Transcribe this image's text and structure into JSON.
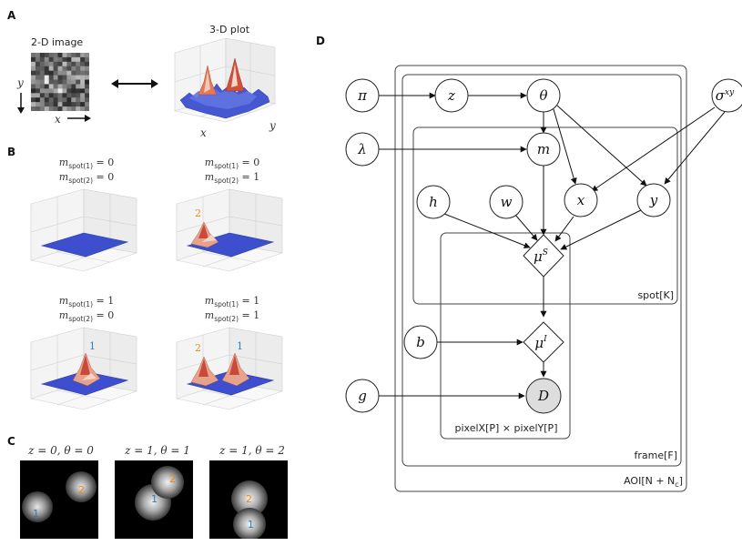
{
  "panels": {
    "a": "A",
    "b": "B",
    "c": "C",
    "d": "D"
  },
  "panel_a": {
    "image_title": "2-D image",
    "plot_title": "3-D plot",
    "axis_x": "x",
    "axis_y": "y"
  },
  "panel_b": {
    "plots": [
      {
        "m1": "0",
        "m2": "0",
        "peak_labels": []
      },
      {
        "m1": "0",
        "m2": "1",
        "peak_labels": [
          "2"
        ]
      },
      {
        "m1": "1",
        "m2": "0",
        "peak_labels": [
          "1"
        ]
      },
      {
        "m1": "1",
        "m2": "1",
        "peak_labels": [
          "2",
          "1"
        ]
      }
    ],
    "m_symbol": "m",
    "sub_spot1": "spot(1)",
    "sub_spot2": "spot(2)"
  },
  "panel_c": {
    "tiles": [
      {
        "title": "z = 0, θ = 0",
        "spots": [
          "1",
          "2"
        ]
      },
      {
        "title": "z = 1, θ = 1",
        "spots": [
          "1",
          "2"
        ]
      },
      {
        "title": "z = 1, θ = 2",
        "spots": [
          "2",
          "1"
        ]
      }
    ]
  },
  "panel_d": {
    "nodes": {
      "pi": "π",
      "z": "z",
      "theta": "θ",
      "sigma": "σ",
      "sigma_sup": "xy",
      "lambda": "λ",
      "m": "m",
      "h": "h",
      "w": "w",
      "x": "x",
      "y": "y",
      "mu": "μ",
      "mu_s_sup": "S",
      "mu_i_sup": "I",
      "b": "b",
      "g": "g",
      "D": "D"
    },
    "plates": {
      "spot": "spot[K]",
      "pixel": "pixelX[P] × pixelY[P]",
      "frame": "frame[F]",
      "aoi": "AOI[N + N",
      "aoi_sub": "c",
      "aoi_end": "]"
    }
  },
  "colors": {
    "spot1": "#2a7fb8",
    "spot2": "#e8891e",
    "surface": "#3b4bc8",
    "observed_fill": "#dddddd"
  }
}
